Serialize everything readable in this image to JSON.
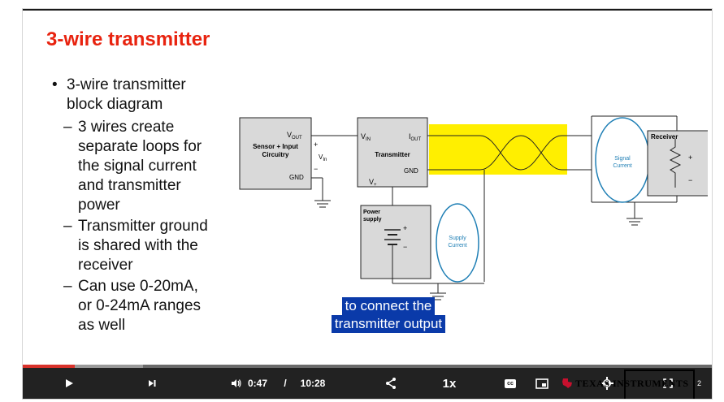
{
  "slide": {
    "title": "3-wire transmitter",
    "bullet_main_line1": "3-wire transmitter",
    "bullet_main_line2": "block diagram",
    "sub_bullets": [
      {
        "lines": [
          "3 wires create",
          "separate loops for",
          "the signal current",
          "and transmitter",
          "power"
        ]
      },
      {
        "lines": [
          "Transmitter ground",
          "is shared with the",
          "receiver"
        ]
      },
      {
        "lines": [
          "Can use 0-20mA,",
          "or 0-24mA ranges",
          "as well"
        ]
      }
    ],
    "bullet_symbol": "•",
    "dash_symbol": "–"
  },
  "diagram": {
    "sensor_label_1": "Sensor + Input",
    "sensor_label_2": "Circuitry",
    "vout_label": "V",
    "vout_sub": "OUT",
    "gnd_label": "GND",
    "plus_label": "+",
    "minus_label": "−",
    "vin_side_label": "V",
    "vin_side_sub": "In",
    "transmitter_label": "Transmitter",
    "t_vin_label": "V",
    "t_vin_sub": "IN",
    "t_iout_label": "I",
    "t_iout_sub": "OUT",
    "t_gnd_label": "GND",
    "t_vplus_label": "V",
    "t_vplus_sub": "+",
    "power_label_1": "Power",
    "power_label_2": "supply",
    "supply_current_1": "Supply",
    "supply_current_2": "Current",
    "signal_current_1": "Signal",
    "signal_current_2": "Current",
    "receiver_label": "Receiver",
    "colors": {
      "highlight": "#ffef00",
      "box_fill": "#d9d9d9",
      "current_loop": "#1f7fb5"
    }
  },
  "caption": {
    "line1": "to connect the",
    "line2": "transmitter output"
  },
  "player": {
    "play_icon": "play-icon",
    "next_icon": "skip-next-icon",
    "volume_icon": "volume-icon",
    "current_time": "0:47",
    "separator": "/",
    "duration": "10:28",
    "share_icon": "share-icon",
    "speed_label": "1x",
    "cc_label": "cc",
    "pip_icon": "picture-in-picture-icon",
    "settings_icon": "gear-icon",
    "fullscreen_icon": "fullscreen-icon",
    "played_fraction": 0.075,
    "buffered_fraction": 0.175,
    "page_number": "2"
  },
  "logo": {
    "text": "TEXAS INSTRUMENTS"
  }
}
